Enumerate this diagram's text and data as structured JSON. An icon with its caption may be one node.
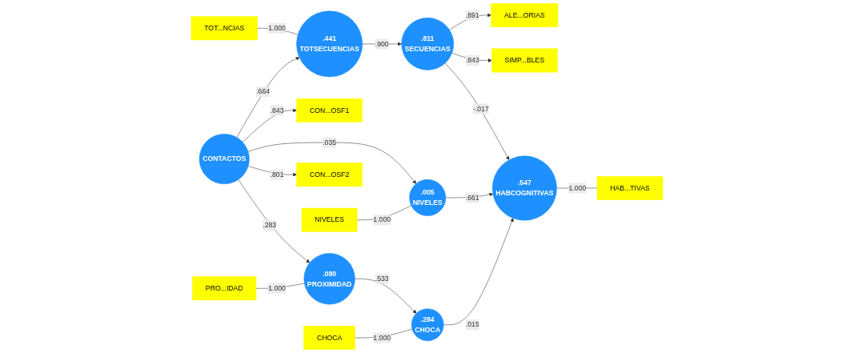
{
  "diagram": {
    "nodes": [
      {
        "text": [
          "TOT...NCIAS"
        ]
      },
      {
        "text": [
          ".441",
          "TOTSECUENCIAS"
        ]
      },
      {
        "text": [
          "ALE...ORIAS"
        ]
      },
      {
        "text": [
          ".811",
          "SECUENCIAS"
        ]
      },
      {
        "text": [
          "SIMP...BLES"
        ]
      },
      {
        "text": [
          "CON...OSF1"
        ]
      },
      {
        "text": [
          "CONTACTOS"
        ]
      },
      {
        "text": [
          "NIVELES"
        ]
      },
      {
        "text": [
          ".005",
          "NIVELES"
        ]
      },
      {
        "text": [
          ".547",
          "HABCOGNITIVAS"
        ]
      },
      {
        "text": [
          "HAB...TIVAS"
        ]
      },
      {
        "text": [
          "CON...OSF2"
        ]
      },
      {
        "text": [
          "PRO...IDAD"
        ]
      },
      {
        "text": [
          ".080",
          "PROXIMIDAD"
        ]
      },
      {
        "text": [
          "CHOCA"
        ]
      },
      {
        "text": [
          ".284",
          "CHOCA"
        ]
      }
    ],
    "edges": [
      {
        "from": 0,
        "to": 1,
        "arrow": "none",
        "label": "1.000"
      },
      {
        "from": 3,
        "to": 2,
        "arrow": "to",
        "label": ".891"
      },
      {
        "from": 3,
        "to": 4,
        "arrow": "to",
        "label": ".843"
      },
      {
        "from": 6,
        "to": 5,
        "arrow": "to",
        "label": ".843"
      },
      {
        "from": 6,
        "to": 11,
        "arrow": "to",
        "label": ".801"
      },
      {
        "from": 6,
        "to": 1,
        "arrow": "to",
        "label": ".664"
      },
      {
        "from": 6,
        "to": 8,
        "arrow": "to",
        "label": ".035"
      },
      {
        "from": 6,
        "to": 13,
        "arrow": "to",
        "label": ".283"
      },
      {
        "from": 7,
        "to": 8,
        "arrow": "none",
        "label": "1.000"
      },
      {
        "from": 1,
        "to": 3,
        "arrow": "to",
        "label": ".900"
      },
      {
        "from": 3,
        "to": 9,
        "arrow": "to",
        "label": "-.017"
      },
      {
        "from": 8,
        "to": 9,
        "arrow": "to",
        "label": ".661"
      },
      {
        "from": 15,
        "to": 9,
        "arrow": "to",
        "label": ".015"
      },
      {
        "from": 9,
        "to": 10,
        "arrow": "none",
        "label": "1.000"
      },
      {
        "from": 12,
        "to": 13,
        "arrow": "none",
        "label": "1.000"
      },
      {
        "from": 13,
        "to": 15,
        "arrow": "to",
        "label": ".533"
      },
      {
        "from": 14,
        "to": 15,
        "arrow": "none",
        "label": "1.000"
      }
    ]
  }
}
